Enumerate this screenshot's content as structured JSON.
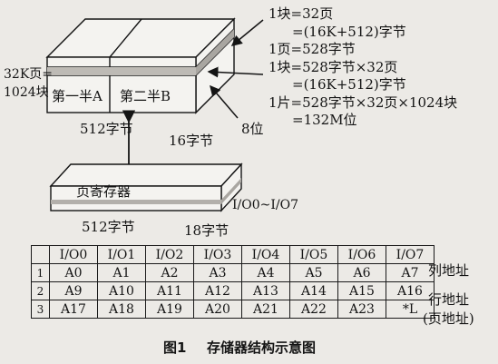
{
  "diagram": {
    "left_label_line1": "32K页=",
    "left_label_line2": "1024块",
    "half_a": "第一半A",
    "half_b": "第二半B",
    "bytes_512_top": "512字节",
    "bytes_16": "16字节",
    "bits_8": "8位",
    "page_register": "页寄存器",
    "io_label": "I/O0~I/O7",
    "bytes_512_bottom": "512字节",
    "bytes_18": "18字节"
  },
  "notes": {
    "lines": [
      {
        "text": "1块=32页",
        "indent": false
      },
      {
        "text": "=(16K+512)字节",
        "indent": true
      },
      {
        "text": "1页=528字节",
        "indent": false
      },
      {
        "text": "1块=528字节×32页",
        "indent": false
      },
      {
        "text": "=(16K+512)字节",
        "indent": true
      },
      {
        "text": "1片=528字节×32页×1024块",
        "indent": false
      },
      {
        "text": "=132M位",
        "indent": true
      }
    ]
  },
  "address_table": {
    "headers": [
      "I/O0",
      "I/O1",
      "I/O2",
      "I/O3",
      "I/O4",
      "I/O5",
      "I/O6",
      "I/O7"
    ],
    "rows": [
      {
        "index": "1",
        "cells": [
          "A0",
          "A1",
          "A2",
          "A3",
          "A4",
          "A5",
          "A6",
          "A7"
        ]
      },
      {
        "index": "2",
        "cells": [
          "A9",
          "A10",
          "A11",
          "A12",
          "A13",
          "A14",
          "A15",
          "A16"
        ]
      },
      {
        "index": "3",
        "cells": [
          "A17",
          "A18",
          "A19",
          "A20",
          "A21",
          "A22",
          "A23",
          "*L"
        ]
      }
    ],
    "row_labels": [
      "列地址",
      "行地址",
      "(页地址)"
    ]
  },
  "caption": {
    "number": "图1",
    "title": "存储器结构示意图"
  }
}
